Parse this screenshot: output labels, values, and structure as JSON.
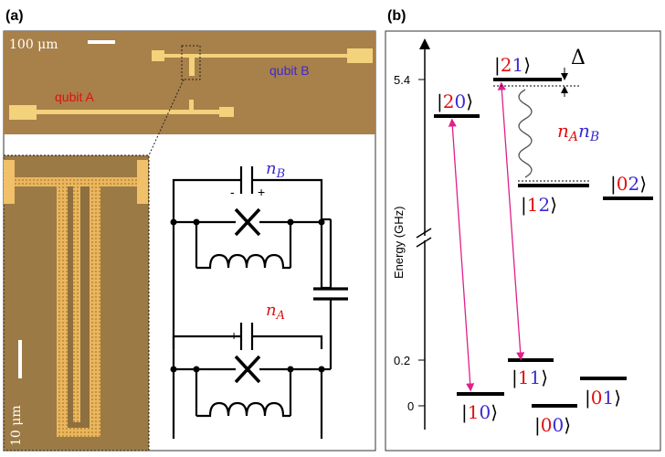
{
  "panel_a": {
    "label": "(a)",
    "scale_top": "100 μm",
    "scale_bottom": "10 μm",
    "qubit_a_label": "qubit A",
    "qubit_b_label": "qubit B",
    "charge_b": "n",
    "charge_b_sub": "B",
    "charge_a": "n",
    "charge_a_sub": "A",
    "sign_minus": "-",
    "sign_plus": "+"
  },
  "panel_b": {
    "label": "(b)",
    "ylabel": "Energy (GHz)",
    "tick_54": "5.4",
    "tick_02": "0.2",
    "tick_0": "0",
    "delta": "Δ",
    "coupling_n1": "n",
    "coupling_a": "A",
    "coupling_n2": "n",
    "coupling_b": "B",
    "states": [
      {
        "d1": "2",
        "d2": "0",
        "energy_ghz": 5.0
      },
      {
        "d1": "2",
        "d2": "1",
        "energy_ghz": 5.4
      },
      {
        "d1": "1",
        "d2": "2",
        "energy_ghz": 4.3
      },
      {
        "d1": "0",
        "d2": "2",
        "energy_ghz": 4.2
      },
      {
        "d1": "1",
        "d2": "1",
        "energy_ghz": 0.2
      },
      {
        "d1": "1",
        "d2": "0",
        "energy_ghz": 0.07
      },
      {
        "d1": "0",
        "d2": "1",
        "energy_ghz": 0.12
      },
      {
        "d1": "0",
        "d2": "0",
        "energy_ghz": 0.0
      }
    ]
  },
  "colors": {
    "qubit_a": "#e01010",
    "qubit_b": "#3a2ad0",
    "transition": "#e0208a",
    "chip_bg": "#a8804a",
    "metal": "#f2d27a"
  }
}
